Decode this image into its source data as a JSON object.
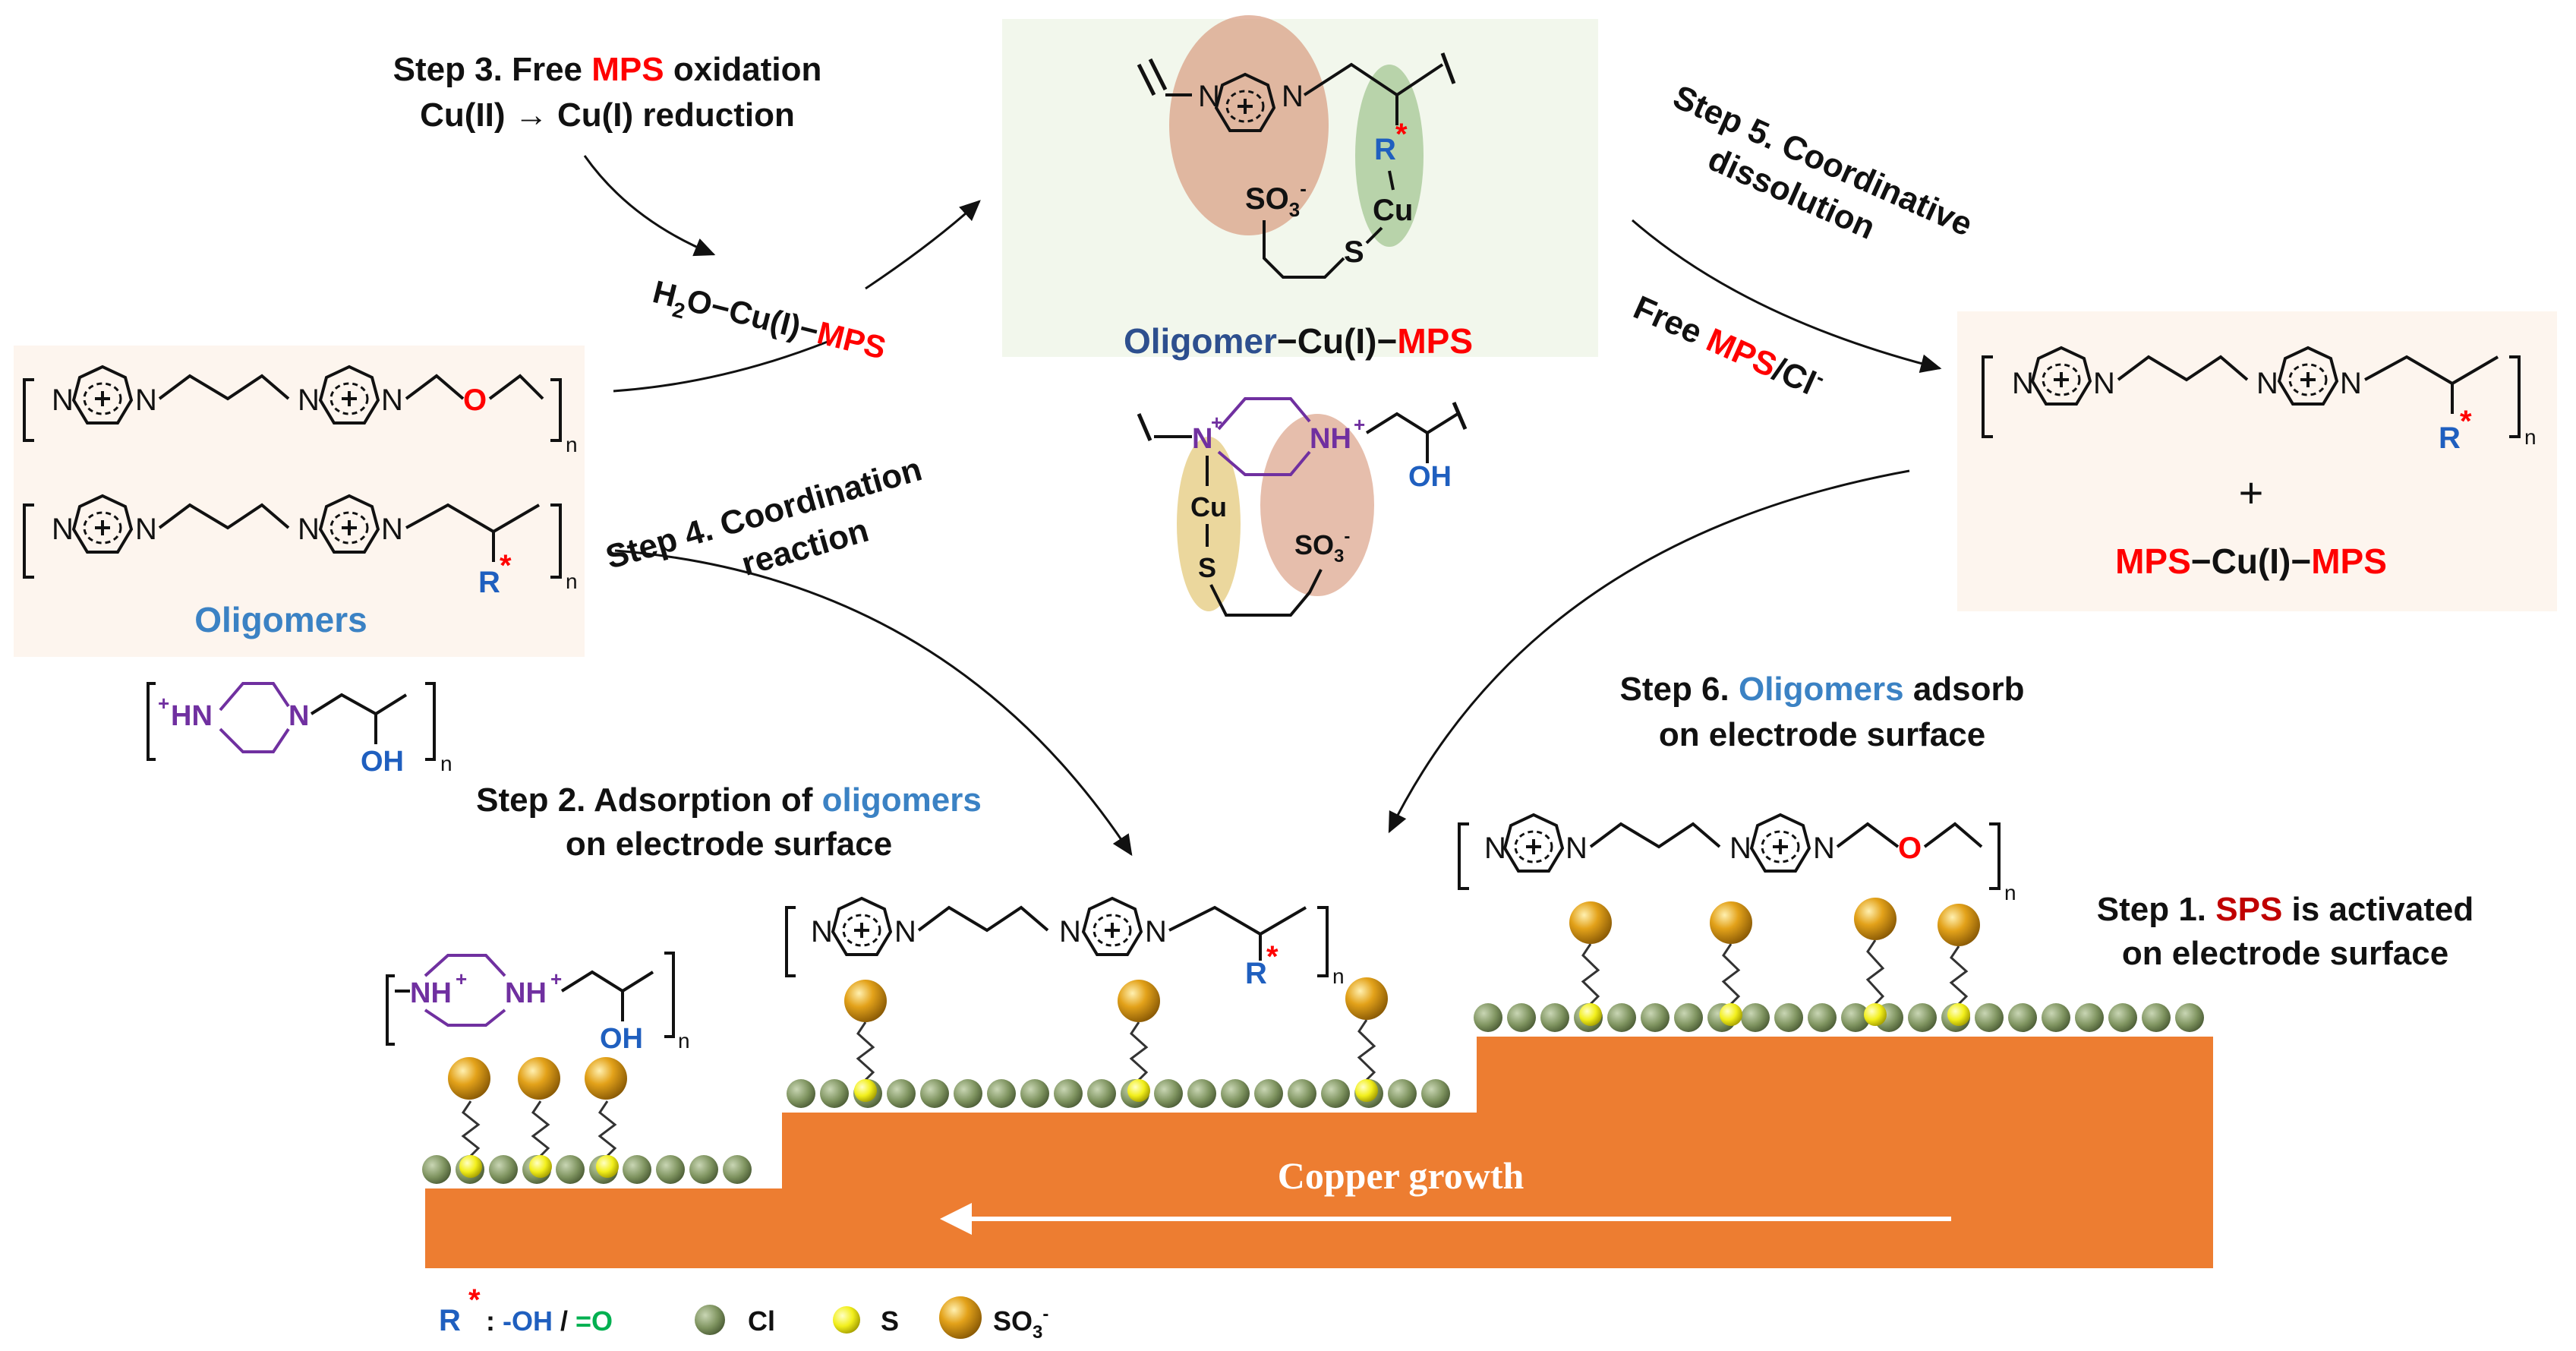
{
  "steps": {
    "step3_line1_pre": "Step 3. Free ",
    "step3_line1_mps": "MPS",
    "step3_line1_post": " oxidation",
    "step3_line2": "Cu(II) → Cu(I) reduction",
    "step4_line1": "Step 4. Coordination",
    "step4_line2": "reaction",
    "step5_line1": "Step 5. Coordinative",
    "step5_line2": "dissolution",
    "step5_free": "Free ",
    "step5_mps": "MPS",
    "step5_cl": "/Cl",
    "step5_cl_sup": "-",
    "step6_pre": "Step 6. ",
    "step6_oligomers": "Oligomers",
    "step6_post": " adsorb",
    "step6_line2": "on electrode surface",
    "step2_pre": "Step 2. Adsorption of ",
    "step2_oligomers": "oligomers",
    "step2_line2": "on electrode surface",
    "step1_pre": "Step 1. ",
    "step1_sps": "SPS",
    "step1_post": " is activated",
    "step1_line2": "on electrode surface"
  },
  "complexes": {
    "h2o_pre": "H",
    "h2o_sub": "2",
    "h2o_post": "O−Cu(I)−",
    "h2o_mps": "MPS",
    "oligomer_label_1": "Oligomer",
    "oligomer_label_2": "−Cu(I)−",
    "oligomer_label_3": "MPS",
    "product_plus": "+",
    "product_mps1": "MPS",
    "product_cu": "−Cu(I)−",
    "product_mps2": "MPS",
    "oligomers_label": "Oligomers"
  },
  "atoms": {
    "N": "N",
    "plus": "+",
    "O": "O",
    "R": "R",
    "star": "*",
    "n": "n",
    "HN": "HN",
    "HN_sup": "+",
    "NH": "NH",
    "NH_sup": "+",
    "N_sup": "+",
    "OH": "OH",
    "SO3": "SO",
    "SO3_sub": "3",
    "SO3_sup": "-",
    "S": "S",
    "Cu": "Cu"
  },
  "surface": {
    "copper_growth": "Copper growth"
  },
  "legend": {
    "r_label": "R",
    "r_star": "*",
    "r_colon": " : ",
    "oh": "-OH",
    "slash": " / ",
    "o": "=O",
    "cl": "Cl",
    "s": "S",
    "so3": "SO",
    "so3_sub": "3",
    "so3_sup": "-"
  },
  "colors": {
    "copper": "#ed7d31",
    "chloride": "#7f9460",
    "sulfur": "#e6e21a",
    "sulfonate": "#e0a81c",
    "peach_bg": "#fdf5ee",
    "green_bg": "#f2f7ec",
    "highlight_orange": "#d99b80",
    "highlight_green": "#a9c99a",
    "highlight_yellow": "#e6cd85"
  }
}
